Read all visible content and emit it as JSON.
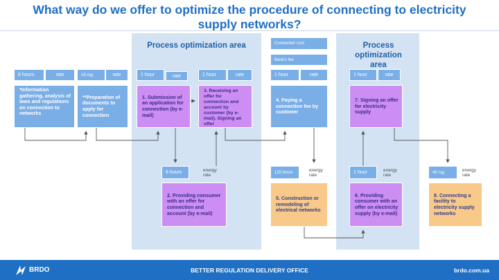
{
  "title": "What way do we offer to optimize the procedure of connecting to electricity supply networks?",
  "areas": [
    "Process optimization area",
    "Process optimization area"
  ],
  "top_labels": {
    "connection_cost": "Connection cost",
    "banks_fee": "Bank's fee"
  },
  "cards": {
    "c1": {
      "time": "8 hours",
      "rate": "rate",
      "text": "*Information gathering, analysis of laws and regulations on connection to networks"
    },
    "c2": {
      "time": "16 год",
      "rate": "rate",
      "text": "**Preparation of documents to apply for connection"
    },
    "c3": {
      "time": "1 hour",
      "rate": "rate",
      "text": "1. Submission of an application for connection (by e-mail)"
    },
    "c4": {
      "time": "1 hour",
      "rate": "rate",
      "text": "3. Receiving an offer for connection and account by customer (by e-mail). Signing an offer"
    },
    "c5": {
      "time": "1 hour",
      "rate": "rate",
      "text": "4. Paying a connection fee by customer"
    },
    "c6": {
      "time": "1 hour",
      "rate": "rate",
      "text": "7. Signing an offer for electricity supply"
    },
    "c7": {
      "time": "8 hours",
      "rate": "energy rate",
      "text": "2. Providing consumer with an offer for connection and account (by e-mail)"
    },
    "c8": {
      "time": "120 hours",
      "rate": "energy rate",
      "text": "5. Construction or remodeling of electrical networks"
    },
    "c9": {
      "time": "1 hour",
      "rate": "energy rate",
      "text": "6. Providing consumer with an offer on electricity supply (by e-mail)"
    },
    "c10": {
      "time": "40 год",
      "rate": "energy rate",
      "text": "8. Connecting a facility to electricity supply networks"
    }
  },
  "footer": {
    "logo": "BRDO",
    "center": "BETTER REGULATION DELIVERY OFFICE",
    "right": "brdo.com.ua"
  }
}
